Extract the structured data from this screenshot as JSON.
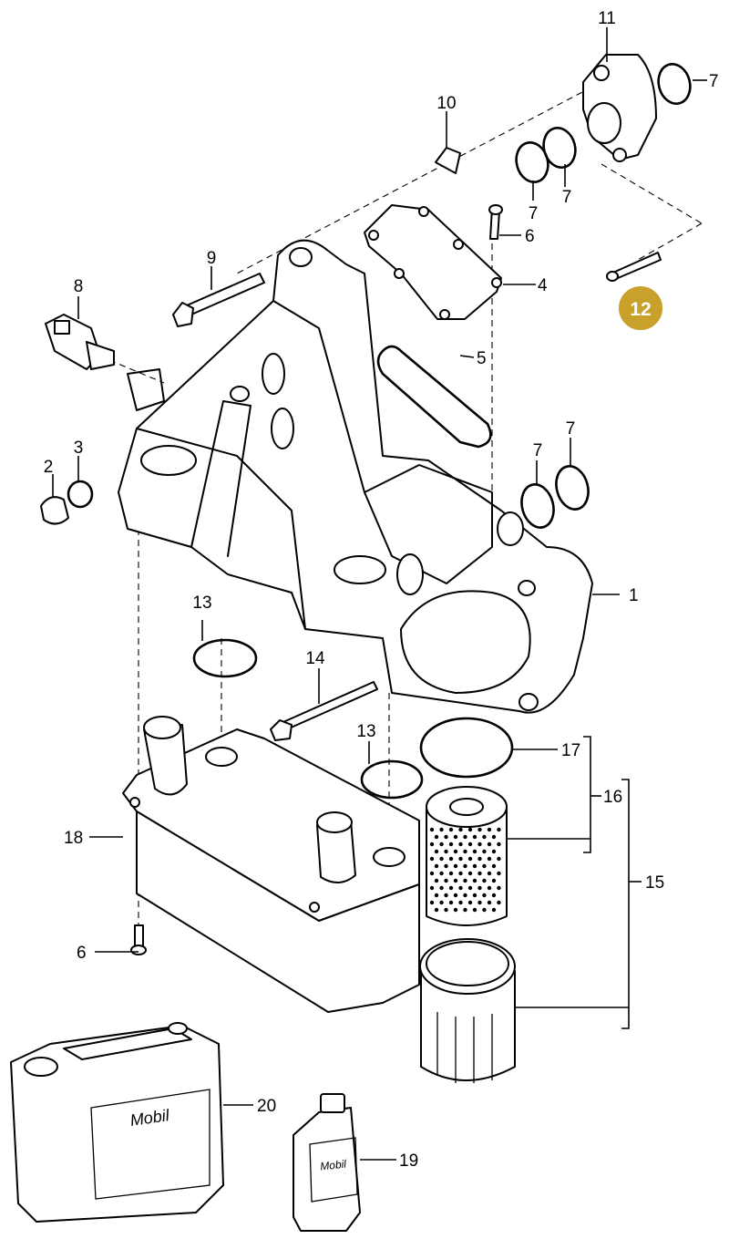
{
  "diagram": {
    "callouts": {
      "c1": "1",
      "c2": "2",
      "c3": "3",
      "c4": "4",
      "c5": "5",
      "c6a": "6",
      "c6b": "6",
      "c7a": "7",
      "c7b": "7",
      "c7c": "7",
      "c7d": "7",
      "c7e": "7",
      "c8": "8",
      "c9": "9",
      "c10": "10",
      "c11": "11",
      "c13a": "13",
      "c13b": "13",
      "c14": "14",
      "c15": "15",
      "c16": "16",
      "c17": "17",
      "c18": "18",
      "c19": "19",
      "c20": "20"
    },
    "highlighted_callout": "12",
    "highlight_color": "#c9a02a",
    "canister_brand": "Mobil",
    "bottle_brand": "Mobil"
  }
}
